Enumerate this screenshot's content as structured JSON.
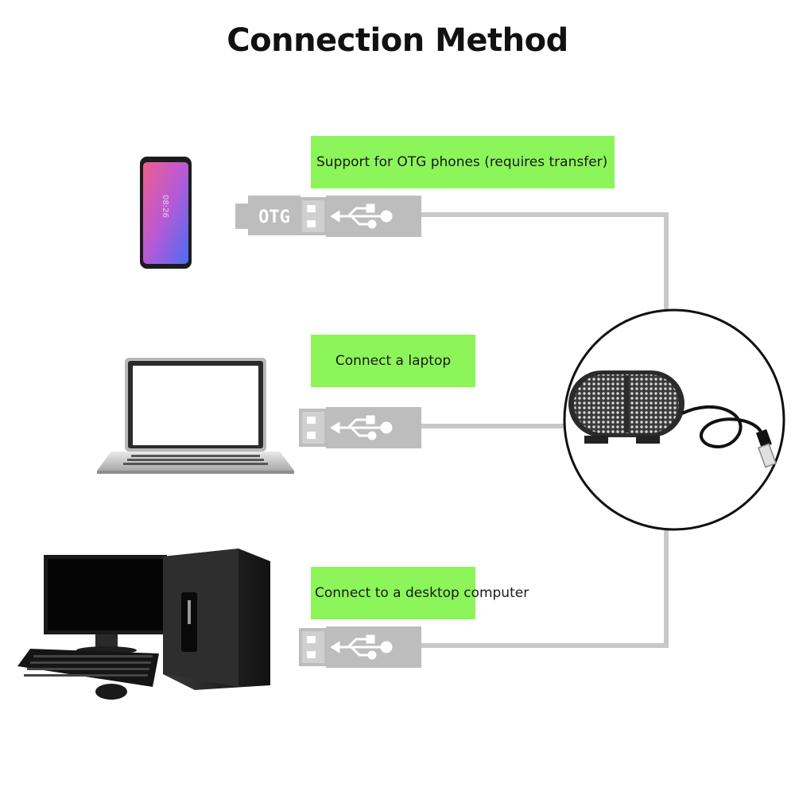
{
  "title": "Connection Method",
  "connections": [
    {
      "device": "otg-phone",
      "label": "Support for OTG phones (requires transfer)",
      "adapter_text": "OTG"
    },
    {
      "device": "laptop",
      "label": "Connect a laptop"
    },
    {
      "device": "desktop-computer",
      "label": "Connect to a desktop computer"
    }
  ],
  "colors": {
    "label_bg": "#8cf55a",
    "cable": "#c8c8c8",
    "plug": "#bdbdbd"
  }
}
